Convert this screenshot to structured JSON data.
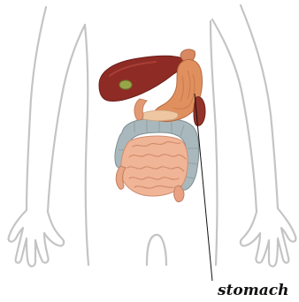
{
  "diagram": {
    "label": "stomach",
    "colors": {
      "outline": "#bdbdbd",
      "liver": "#8e2b24",
      "stomach": "#e0905e",
      "small_intestine": "#f0b596",
      "large_intestine": "#a9b8bc",
      "gallbladder": "#98a64a",
      "leader_line": "#111111"
    },
    "icons": [
      "body-outline",
      "liver",
      "stomach",
      "small-intestine",
      "large-intestine",
      "gallbladder",
      "pancreas"
    ]
  }
}
